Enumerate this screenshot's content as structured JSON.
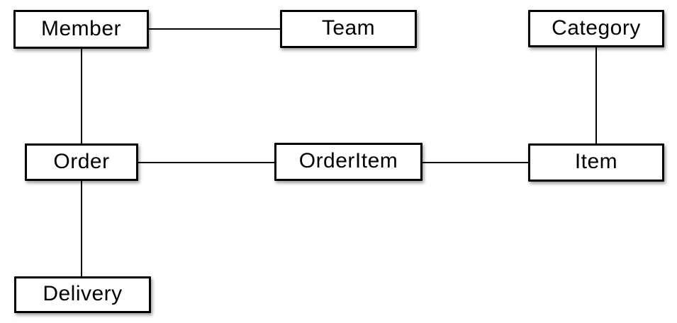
{
  "diagram": {
    "type": "entity-relationship",
    "nodes": [
      {
        "id": "member",
        "label": "Member"
      },
      {
        "id": "team",
        "label": "Team"
      },
      {
        "id": "category",
        "label": "Category"
      },
      {
        "id": "order",
        "label": "Order"
      },
      {
        "id": "orderitem",
        "label": "OrderItem"
      },
      {
        "id": "item",
        "label": "Item"
      },
      {
        "id": "delivery",
        "label": "Delivery"
      }
    ],
    "edges": [
      {
        "from": "Member",
        "to": "Team"
      },
      {
        "from": "Member",
        "to": "Order"
      },
      {
        "from": "Order",
        "to": "OrderItem"
      },
      {
        "from": "OrderItem",
        "to": "Item"
      },
      {
        "from": "Category",
        "to": "Item"
      },
      {
        "from": "Order",
        "to": "Delivery"
      }
    ],
    "colors": {
      "background": "#ffffff",
      "box_fill": "#ffffff",
      "box_border": "#000000",
      "text": "#000000",
      "line": "#000000"
    }
  }
}
